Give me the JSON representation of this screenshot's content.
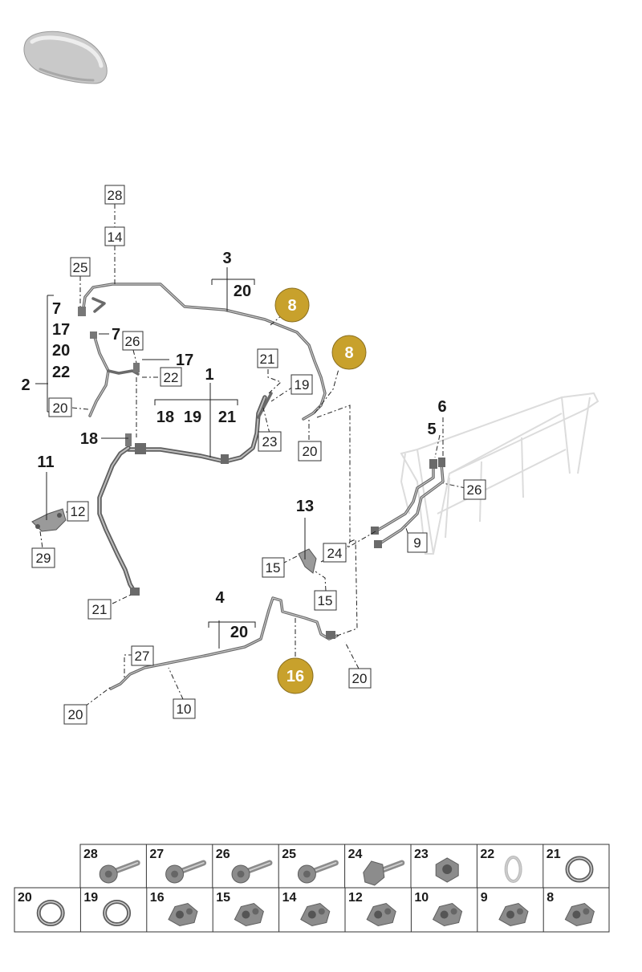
{
  "diagram": {
    "boxed_labels": {
      "b28": "28",
      "b14": "14",
      "b25": "25",
      "b26a": "26",
      "b22": "22",
      "b21a": "21",
      "b19": "19",
      "b20a": "20",
      "b23": "23",
      "b20b": "20",
      "b12": "12",
      "b29": "29",
      "b21b": "21",
      "b24": "24",
      "b15a": "15",
      "b15b": "15",
      "b9": "9",
      "b26b": "26",
      "b27": "27",
      "b10": "10",
      "b20c": "20",
      "b20d": "20"
    },
    "bold_labels": {
      "n3": "3",
      "n20a": "20",
      "n7a": "7",
      "n17a": "17",
      "n20b": "20",
      "n22": "22",
      "n2": "2",
      "n7b": "7",
      "n17b": "17",
      "n1": "1",
      "n18a": "18",
      "n19": "19",
      "n21": "21",
      "n18b": "18",
      "n11": "11",
      "n13": "13",
      "n4": "4",
      "n20c": "20",
      "n6": "6",
      "n5": "5"
    },
    "callouts": {
      "c8a": "8",
      "c8b": "8",
      "c16": "16"
    },
    "callout_color": "#c8a12c"
  },
  "parts_table": {
    "row1": [
      "28",
      "27",
      "26",
      "25",
      "24",
      "23",
      "22",
      "21"
    ],
    "row2": [
      "20",
      "19",
      "16",
      "15",
      "14",
      "12",
      "10",
      "9",
      "8"
    ]
  }
}
